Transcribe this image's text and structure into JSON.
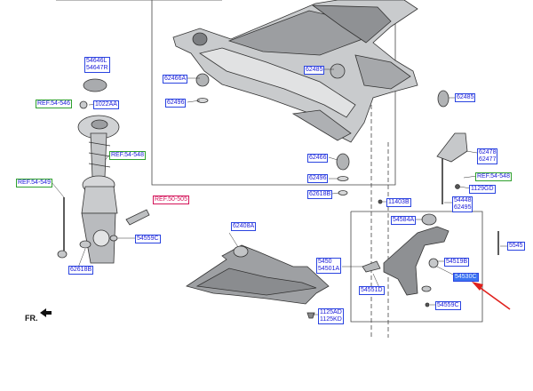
{
  "colors": {
    "label_blue": "#1a1ad8",
    "ref_green": "#2fa02f",
    "ref_red": "#d4145a",
    "highlight": "#3b73f2",
    "arrow": "#e0201c",
    "line": "#333333"
  },
  "orientation_label": "FR.",
  "labels": {
    "l_54646": "54646L",
    "l_54647": "54647R",
    "l_ref546": "REF.54-546",
    "l_1022": "1022AA",
    "l_ref548": "REF.54-548",
    "l_ref549": "REF.54-549",
    "l_ref505": "REF.50-505",
    "l_54559": "54559C",
    "l_62618": "62618B",
    "l_62466a": "62466A",
    "l_62496a": "62496",
    "l_62485a": "62485",
    "l_62485b": "62485",
    "l_62466b": "62466",
    "l_62496b": "62496",
    "l_62618c": "62618B",
    "l_62478": "62478",
    "l_62477": "62477",
    "l_ref548b": "REF.54-548",
    "l_1129": "1129GD",
    "l_11403": "11403B",
    "l_54584": "54584A",
    "l_54448": "54448",
    "l_62495": "62495",
    "l_62408": "62408A",
    "l_5450": "5450",
    "l_54501": "54501A",
    "l_54519": "54519B",
    "l_54530": "54530C",
    "l_54551": "54551D",
    "l_54559c": "54559C",
    "l_5545": "5545",
    "l_1125ad": "1125AD",
    "l_1125kd": "1125KD"
  }
}
